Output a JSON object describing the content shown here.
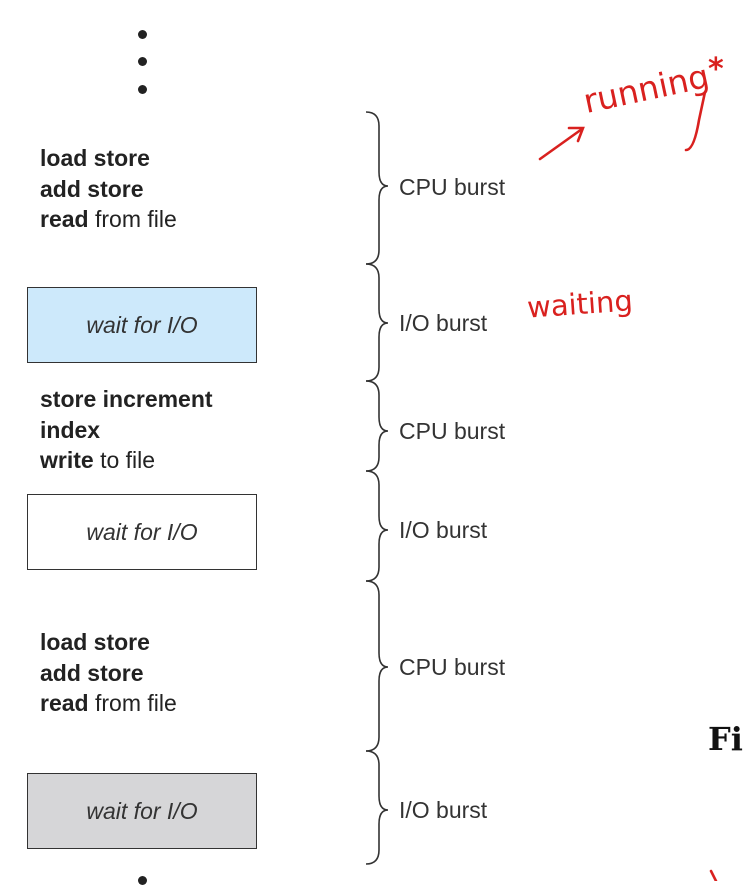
{
  "colors": {
    "box1_fill": "#cde9fb",
    "box2_fill": "#ffffff",
    "box3_fill": "#d6d6d8",
    "annotation": "#d9211f",
    "text": "#222222"
  },
  "blocks": [
    {
      "kind": "code",
      "lines": [
        {
          "bold": "load store",
          "rest": ""
        },
        {
          "bold": "add store",
          "rest": ""
        },
        {
          "bold": "read",
          "rest": " from file"
        }
      ]
    },
    {
      "kind": "box",
      "label": "wait for I/O"
    },
    {
      "kind": "code",
      "lines": [
        {
          "bold": "store increment",
          "rest": ""
        },
        {
          "bold": "index",
          "rest": ""
        },
        {
          "bold": "write",
          "rest": " to file"
        }
      ]
    },
    {
      "kind": "box",
      "label": "wait for I/O"
    },
    {
      "kind": "code",
      "lines": [
        {
          "bold": "load store",
          "rest": ""
        },
        {
          "bold": "add store",
          "rest": ""
        },
        {
          "bold": "read",
          "rest": " from file"
        }
      ]
    },
    {
      "kind": "box",
      "label": "wait for I/O"
    }
  ],
  "bursts": [
    "CPU burst",
    "I/O burst",
    "CPU burst",
    "I/O burst",
    "CPU burst",
    "I/O burst"
  ],
  "annotations": {
    "running": "running",
    "waiting": "waiting",
    "star": "*"
  },
  "figure_label": "Fi"
}
